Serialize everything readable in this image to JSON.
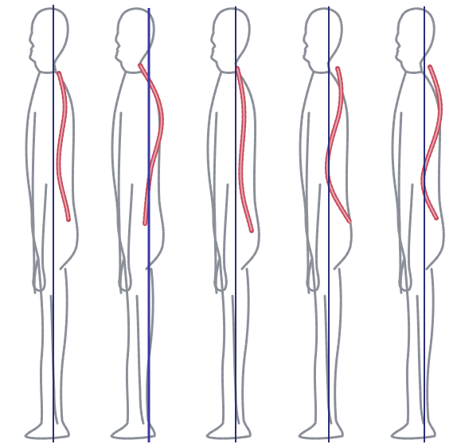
{
  "illustration": {
    "colors": {
      "outline": "#8a8f98",
      "outline_dark": "#5d626b",
      "spine": "#c84a5a",
      "spine_light": "#e6a6b0",
      "plumb_line": "#2b2f7a"
    },
    "figures": [
      {
        "id": "posture-1"
      },
      {
        "id": "posture-2"
      },
      {
        "id": "posture-3"
      },
      {
        "id": "posture-4"
      },
      {
        "id": "posture-5"
      }
    ]
  }
}
